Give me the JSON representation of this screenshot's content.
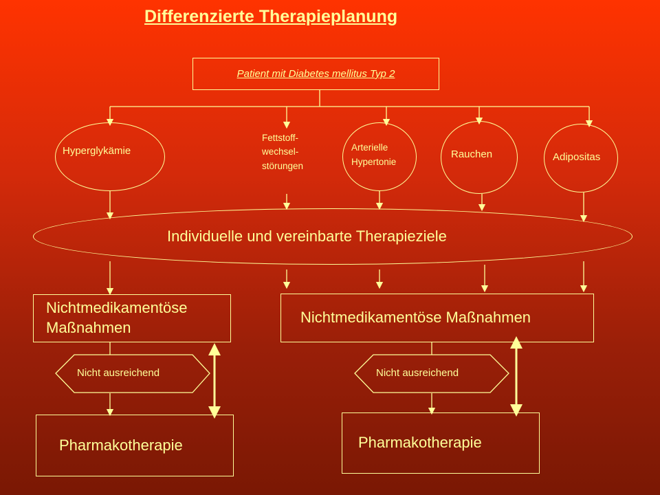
{
  "title": "Differenzierte Therapieplanung",
  "patient": "Patient mit Diabetes mellitus Typ 2",
  "risk_factors": {
    "hyperglykaemie": "Hyperglykämie",
    "fettstoff_1": "Fettstoff-",
    "fettstoff_2": "wechsel-",
    "fettstoff_3": "störungen",
    "hypertonie_1": "Arterielle",
    "hypertonie_2": "Hypertonie",
    "rauchen": "Rauchen",
    "adipositas": "Adipositas"
  },
  "goals": "Individuelle und vereinbarte Therapieziele",
  "left": {
    "measures_1": "Nichtmedikamentöse",
    "measures_2": "Maßnahmen",
    "insufficient": "Nicht ausreichend",
    "pharma": "Pharmakotherapie"
  },
  "right": {
    "measures": "Nichtmedikamentöse Maßnahmen",
    "insufficient": "Nicht ausreichend",
    "pharma": "Pharmakotherapie"
  },
  "colors": {
    "line": "#ffff99",
    "background_top": "#ff3300",
    "background_bottom": "#7a1804"
  }
}
